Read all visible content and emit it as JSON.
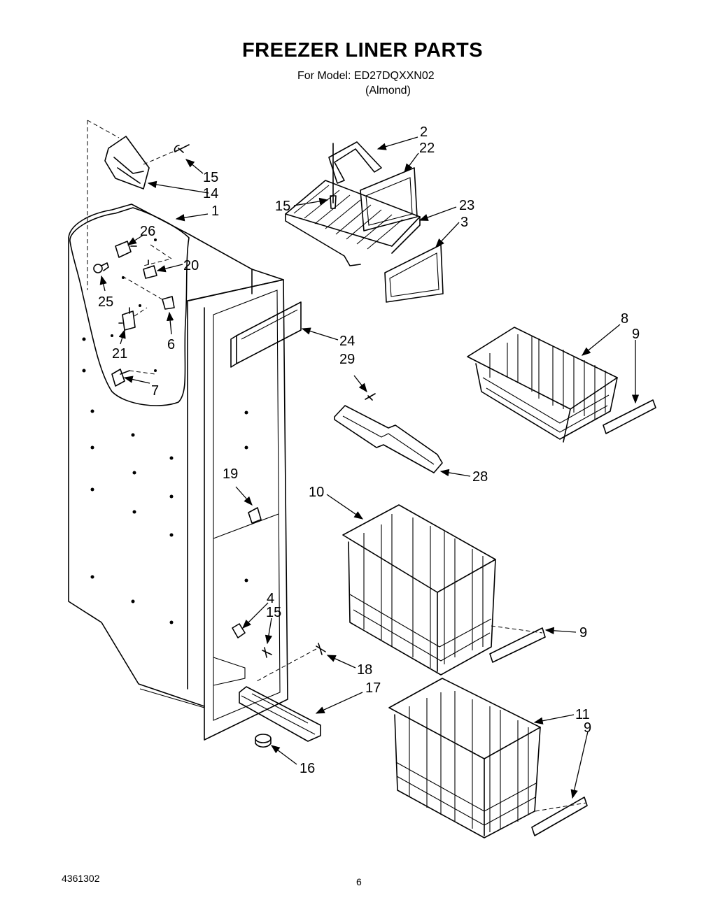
{
  "header": {
    "title": "FREEZER LINER PARTS",
    "model": "For Model: ED27DQXXN02",
    "color": "(Almond)"
  },
  "footer": {
    "doc_number": "4361302",
    "page_number": "6"
  },
  "callouts": {
    "c1": "1",
    "c2": "2",
    "c22": "22",
    "c15a": "15",
    "c14": "14",
    "c15b": "15",
    "c23": "23",
    "c3": "3",
    "c26": "26",
    "c20": "20",
    "c25": "25",
    "c6": "6",
    "c21": "21",
    "c7": "7",
    "c24": "24",
    "c29": "29",
    "c8": "8",
    "c9a": "9",
    "c28": "28",
    "c19": "19",
    "c10": "10",
    "c4": "4",
    "c15c": "15",
    "c9b": "9",
    "c18": "18",
    "c17": "17",
    "c11": "11",
    "c9c": "9",
    "c16": "16"
  }
}
